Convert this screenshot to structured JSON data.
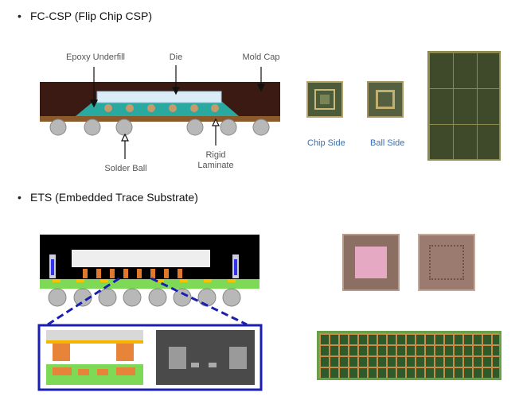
{
  "sections": {
    "fccsp": {
      "title": "FC-CSP (Flip Chip CSP)",
      "labels": {
        "epoxy": "Epoxy Underfill",
        "die": "Die",
        "mold": "Mold Cap",
        "solder": "Solder Ball",
        "rigid_line1": "Rigid",
        "rigid_line2": "Laminate"
      },
      "captions": {
        "chip_side": "Chip Side",
        "ball_side": "Ball Side"
      }
    },
    "ets": {
      "title": "ETS (Embedded Trace Substrate)"
    }
  },
  "colors": {
    "mold": "#3a1a12",
    "substrate": "#8a5a2a",
    "ball": "#b8b8b8",
    "underfill": "#2aa9a0",
    "die": "#d9ecf7",
    "ets_green": "#7ed957",
    "ets_frame": "#1a1fb0",
    "caption_blue": "#3a6fb0"
  }
}
